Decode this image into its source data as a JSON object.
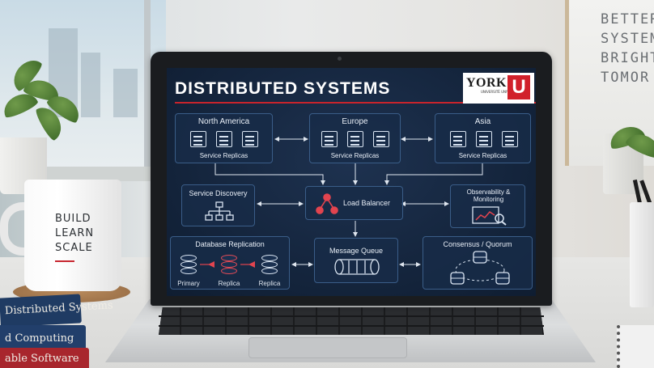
{
  "screen": {
    "title": "DISTRIBUTED SYSTEMS",
    "logo": {
      "name": "YORK",
      "mark": "U",
      "sub": "UNIVERSITÉ UNIVERSITY"
    },
    "regions": [
      {
        "name": "North America",
        "caption": "Service Replicas"
      },
      {
        "name": "Europe",
        "caption": "Service Replicas"
      },
      {
        "name": "Asia",
        "caption": "Service Replicas"
      }
    ],
    "service_discovery": "Service Discovery",
    "load_balancer": "Load Balancer",
    "observability": "Observability & Monitoring",
    "database_replication": {
      "title": "Database Replication",
      "nodes": [
        "Primary",
        "Replica",
        "Replica"
      ]
    },
    "message_queue": "Message Queue",
    "consensus": "Consensus / Quorum"
  },
  "mug": {
    "lines": [
      "BUILD",
      "LEARN",
      "SCALE"
    ]
  },
  "whiteboard": {
    "lines": [
      "BETTER",
      "SYSTEM",
      "BRIGHT",
      "TOMOR"
    ]
  },
  "books": [
    "Distributed Systems",
    "d Computing",
    "able Software"
  ],
  "colors": {
    "accent": "#c8242c",
    "screen_bg": "#13233a",
    "box_border": "#3a5d88",
    "load_balancer_icon": "#e2444f"
  }
}
